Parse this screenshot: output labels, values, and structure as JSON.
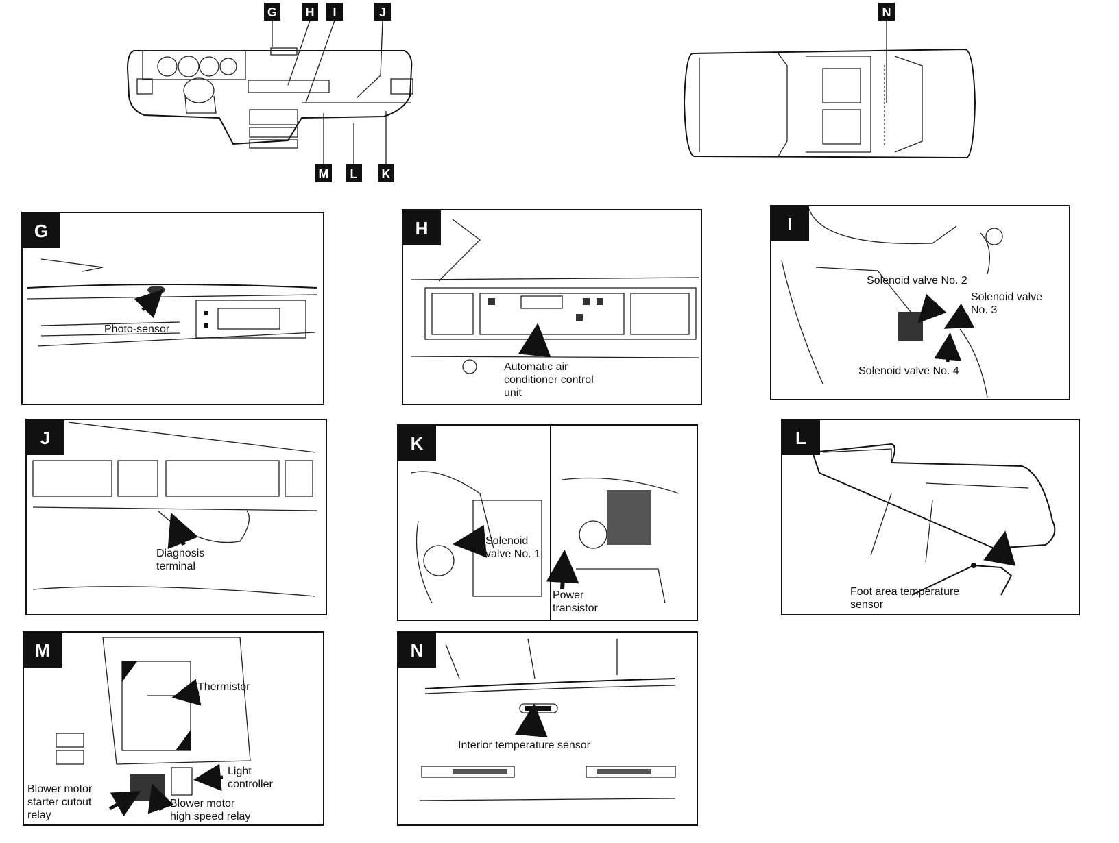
{
  "overview": {
    "dashboard_tags": [
      "G",
      "H",
      "I",
      "J",
      "M",
      "L",
      "K"
    ],
    "car_tag": "N"
  },
  "panels": {
    "G": {
      "letter": "G",
      "labels": [
        "Photo-sensor"
      ]
    },
    "H": {
      "letter": "H",
      "labels": [
        "Automatic air",
        "conditioner control",
        "unit"
      ]
    },
    "I": {
      "letter": "I",
      "labels": [
        "Solenoid valve No. 2",
        "Solenoid valve",
        "No. 3",
        "Solenoid valve No. 4"
      ]
    },
    "J": {
      "letter": "J",
      "labels": [
        "Diagnosis",
        "terminal"
      ]
    },
    "K": {
      "letter": "K",
      "labels": [
        "Solenoid",
        "valve No. 1",
        "Power",
        "transistor"
      ]
    },
    "L": {
      "letter": "L",
      "labels": [
        "Foot area temperature",
        "sensor"
      ]
    },
    "M": {
      "letter": "M",
      "labels": [
        "Thermistor",
        "Light",
        "controller",
        "Blower motor",
        "starter cutout",
        "relay",
        "Blower motor",
        "high speed relay"
      ]
    },
    "N": {
      "letter": "N",
      "labels": [
        "Interior temperature sensor"
      ]
    }
  }
}
